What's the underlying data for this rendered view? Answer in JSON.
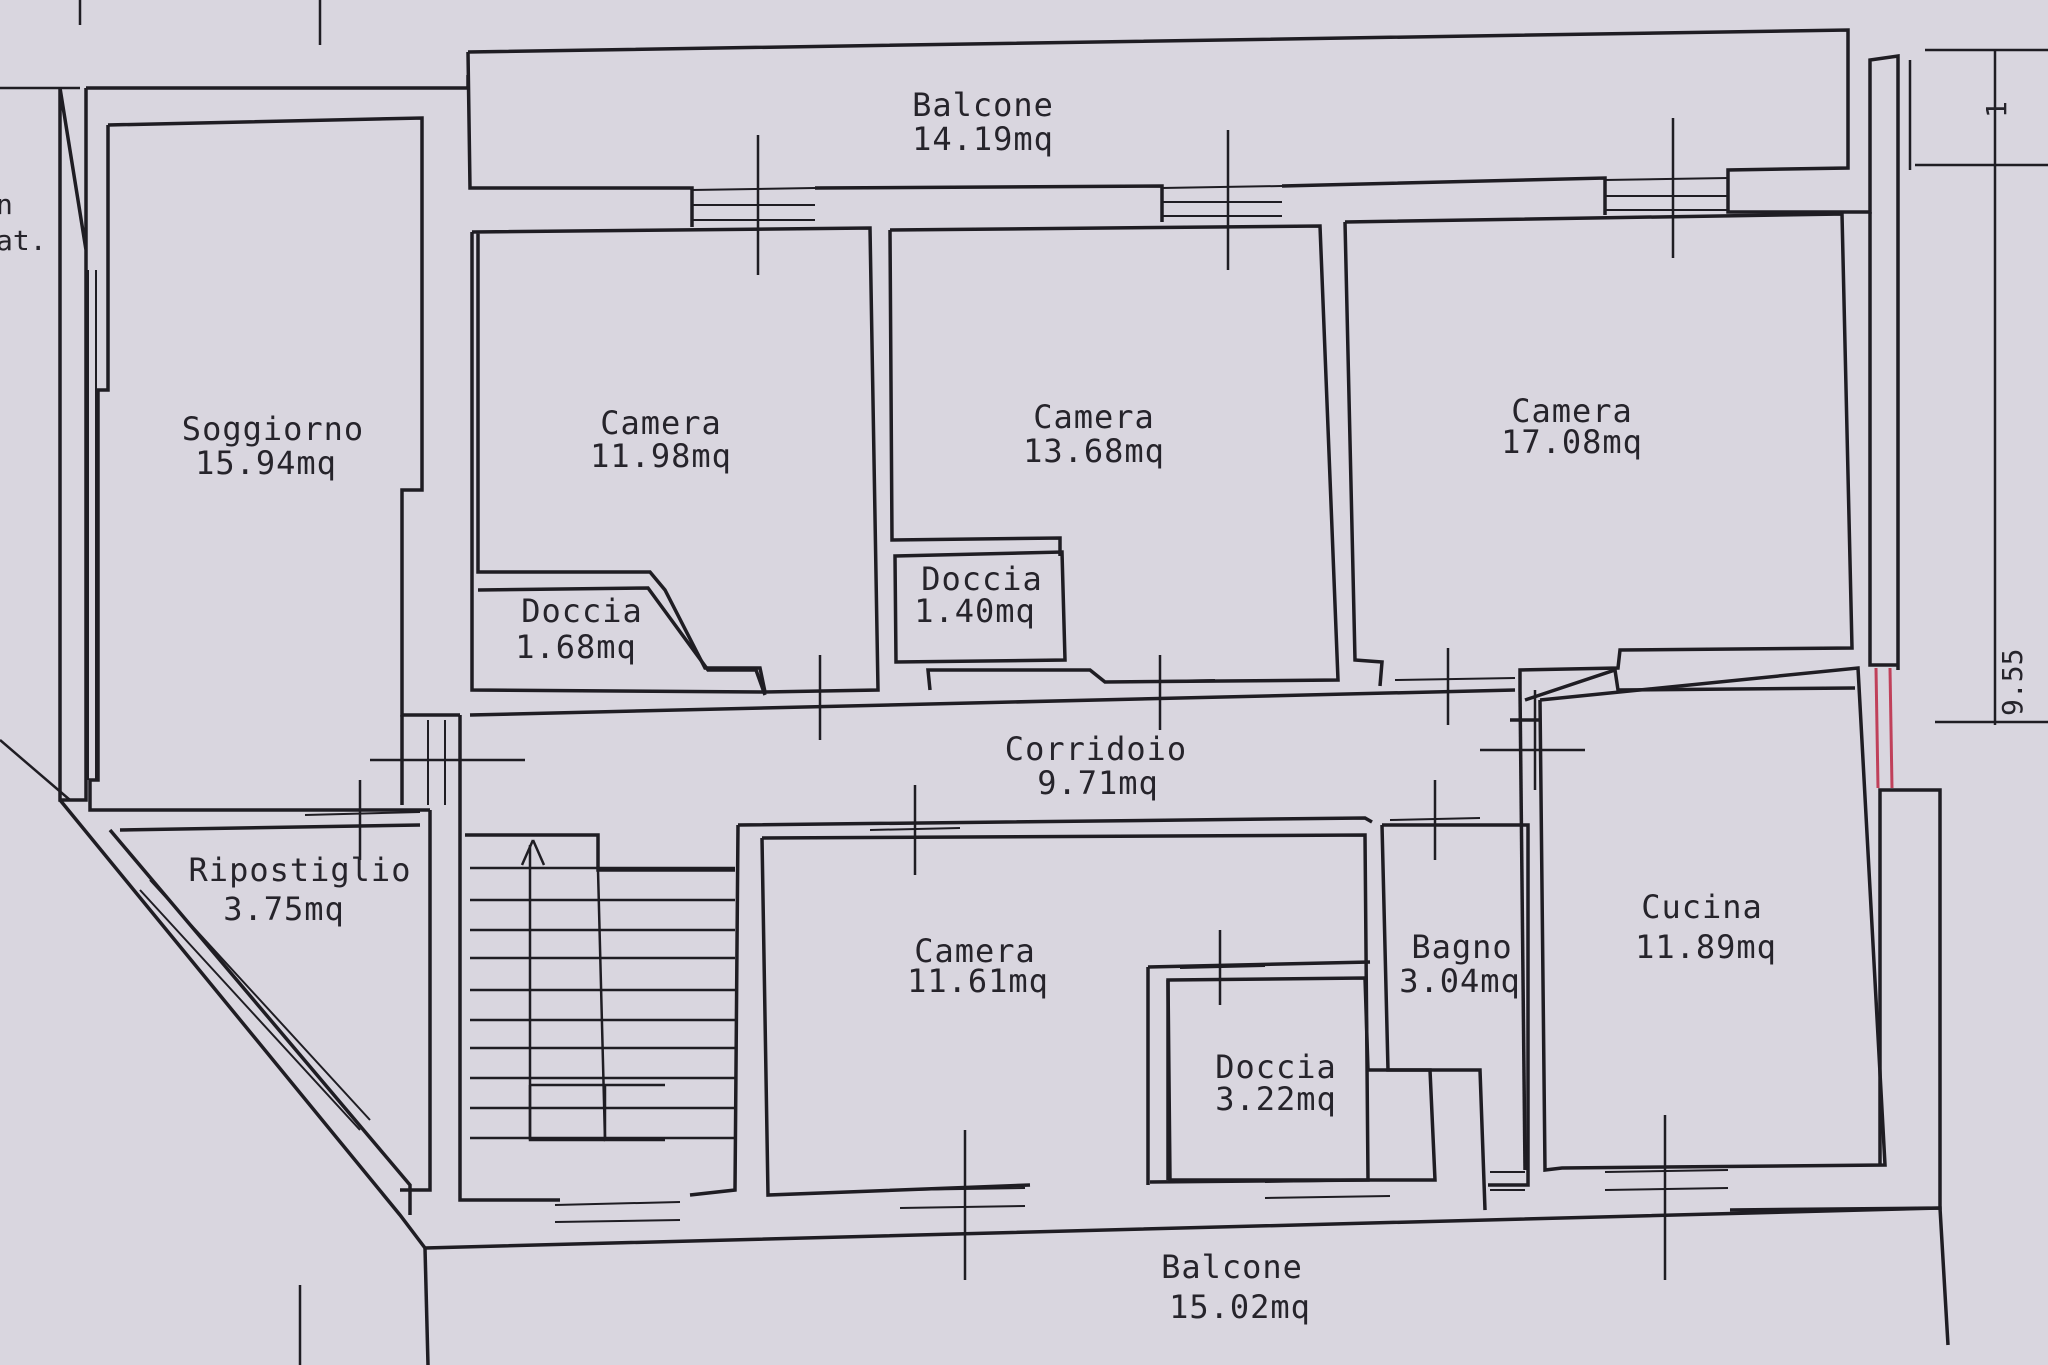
{
  "rooms": {
    "balcone_top": {
      "name": "Balcone",
      "area": "14.19mq"
    },
    "soggiorno": {
      "name": "Soggiorno",
      "area": "15.94mq"
    },
    "camera_1": {
      "name": "Camera",
      "area": "11.98mq"
    },
    "camera_2": {
      "name": "Camera",
      "area": "13.68mq"
    },
    "camera_3": {
      "name": "Camera",
      "area": "17.08mq"
    },
    "doccia_1": {
      "name": "Doccia",
      "area": "1.68mq"
    },
    "doccia_2": {
      "name": "Doccia",
      "area": "1.40mq"
    },
    "corridoio": {
      "name": "Corridoio",
      "area": "9.71mq"
    },
    "ripostiglio": {
      "name": "Ripostiglio",
      "area": "3.75mq"
    },
    "camera_4": {
      "name": "Camera",
      "area": "11.61mq"
    },
    "doccia_3": {
      "name": "Doccia",
      "area": "3.22mq"
    },
    "bagno": {
      "name": "Bagno",
      "area": "3.04mq"
    },
    "cucina": {
      "name": "Cucina",
      "area": "11.89mq"
    },
    "balcone_bottom": {
      "name": "Balcone",
      "area": "15.02mq"
    }
  },
  "dimensions": {
    "height_total": "9.55",
    "balcone_depth": "1"
  },
  "margin_fragments": {
    "line_1": "n",
    "line_2": "at."
  },
  "colors": {
    "paper": "#d9d6df",
    "ink": "#1f1d23",
    "marker": "#c0405a"
  }
}
